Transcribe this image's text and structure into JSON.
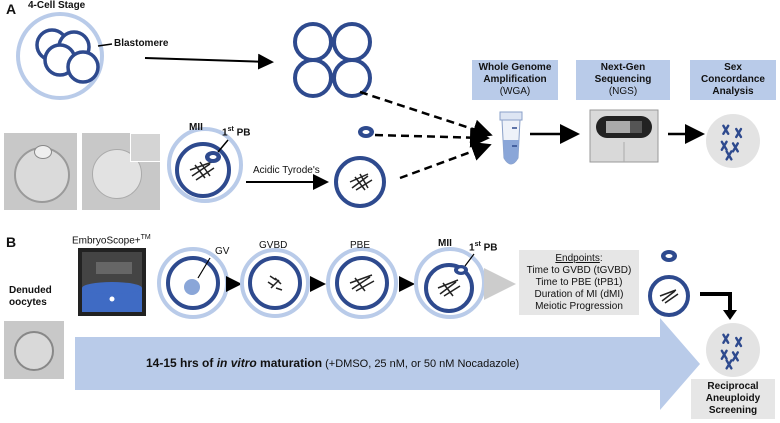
{
  "panel_a": {
    "letter": "A",
    "four_cell_label": "4-Cell Stage",
    "blastomere_label": "Blastomere",
    "mii_label": "MII",
    "pb_label": "1",
    "pb_sup": "st",
    "pb_suffix": " PB",
    "acidic_label": "Acidic Tyrode's",
    "wga": {
      "title_line1": "Whole Genome",
      "title_line2": "Amplification",
      "abbr": "(WGA)"
    },
    "ngs": {
      "title_line1": "Next-Gen",
      "title_line2": "Sequencing",
      "abbr": "(NGS)"
    },
    "sex": {
      "line1": "Sex",
      "line2": "Concordance",
      "line3": "Analysis"
    }
  },
  "panel_b": {
    "letter": "B",
    "embryoscope_label": "EmbryoScope+",
    "embryoscope_tm": "TM",
    "denuded_line1": "Denuded",
    "denuded_line2": "oocytes",
    "stages": [
      "GV",
      "GVBD",
      "PBE",
      "MII"
    ],
    "pb_label": "1",
    "pb_sup": "st",
    "pb_suffix": " PB",
    "endpoints": {
      "heading": "Endpoints",
      "colon": ":",
      "items": [
        "Time to GVBD (tGVBD)",
        "Time to PBE (tPB1)",
        "Duration of MI (dMI)",
        "Meiotic Progression"
      ]
    },
    "maturation": {
      "part1": "14-15 hrs of ",
      "part2": "in vitro",
      "part3": " maturation",
      "part4": "  (+DMSO, 25 nM, or 50 nM Nocadazole)"
    },
    "reciprocal": {
      "line1": "Reciprocal",
      "line2": "Aneuploidy",
      "line3": "Screening"
    }
  },
  "colors": {
    "dark_blue": "#2e4a8e",
    "light_blue": "#b9cbe9",
    "box_blue": "#b9cbe9",
    "grey_box": "#e6e6e6",
    "arrow_grey": "#cccccc"
  }
}
